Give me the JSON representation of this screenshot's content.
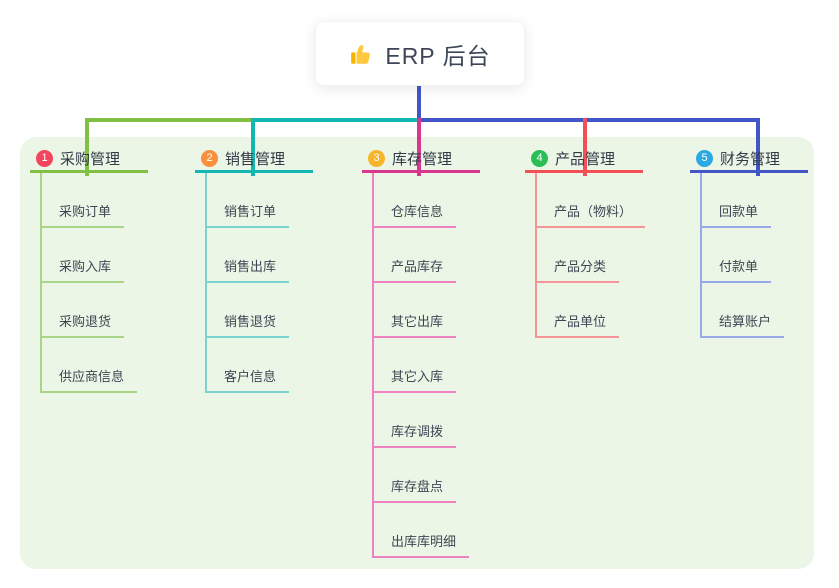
{
  "root": {
    "label": "ERP 后台",
    "icon": "thumbs-up-icon",
    "line_color": "#4356c8",
    "card_bg": "#ffffff"
  },
  "panel_bg": "#ecf6e7",
  "branches": [
    {
      "badge": "1",
      "label": "采购管理",
      "color": "#82c043",
      "light_color": "#a9d58b",
      "badge_color": "#f4455e",
      "items": [
        "采购订单",
        "采购入库",
        "采购退货",
        "供应商信息"
      ]
    },
    {
      "badge": "2",
      "label": "销售管理",
      "color": "#12b7b3",
      "light_color": "#79d4cf",
      "badge_color": "#f8913e",
      "items": [
        "销售订单",
        "销售出库",
        "销售退货",
        "客户信息"
      ]
    },
    {
      "badge": "3",
      "label": "库存管理",
      "color": "#d8368f",
      "light_color": "#ee82c0",
      "badge_color": "#f7b52c",
      "items": [
        "仓库信息",
        "产品库存",
        "其它出库",
        "其它入库",
        "库存调拨",
        "库存盘点",
        "出库库明细"
      ]
    },
    {
      "badge": "4",
      "label": "产品管理",
      "color": "#f25056",
      "light_color": "#f59597",
      "badge_color": "#2bbe55",
      "items": [
        "产品（物料）",
        "产品分类",
        "产品单位"
      ]
    },
    {
      "badge": "5",
      "label": "财务管理",
      "color": "#4356c8",
      "light_color": "#97a9e6",
      "badge_color": "#2ba9e2",
      "items": [
        "回款单",
        "付款单",
        "结算账户"
      ]
    }
  ]
}
